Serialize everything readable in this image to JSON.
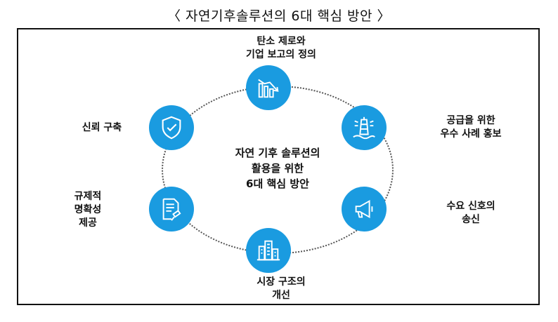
{
  "title": "〈 자연기후솔루션의 6대 핵심 방안 〉",
  "center": "자연 기후 솔루션의\n활용을 위한\n6대 핵심 방안",
  "nodes": [
    {
      "label": "탄소 제로와\n기업 보고의 정의",
      "icon": "declining-bar-chart-icon"
    },
    {
      "label": "공급을 위한\n우수 사례 홍보",
      "icon": "lighthouse-icon"
    },
    {
      "label": "수요 신호의\n송신",
      "icon": "megaphone-icon"
    },
    {
      "label": "시장 구조의\n개선",
      "icon": "city-buildings-icon"
    },
    {
      "label": "규제적\n명확성\n제공",
      "icon": "document-gavel-icon"
    },
    {
      "label": "신뢰 구축",
      "icon": "shield-check-icon"
    }
  ]
}
